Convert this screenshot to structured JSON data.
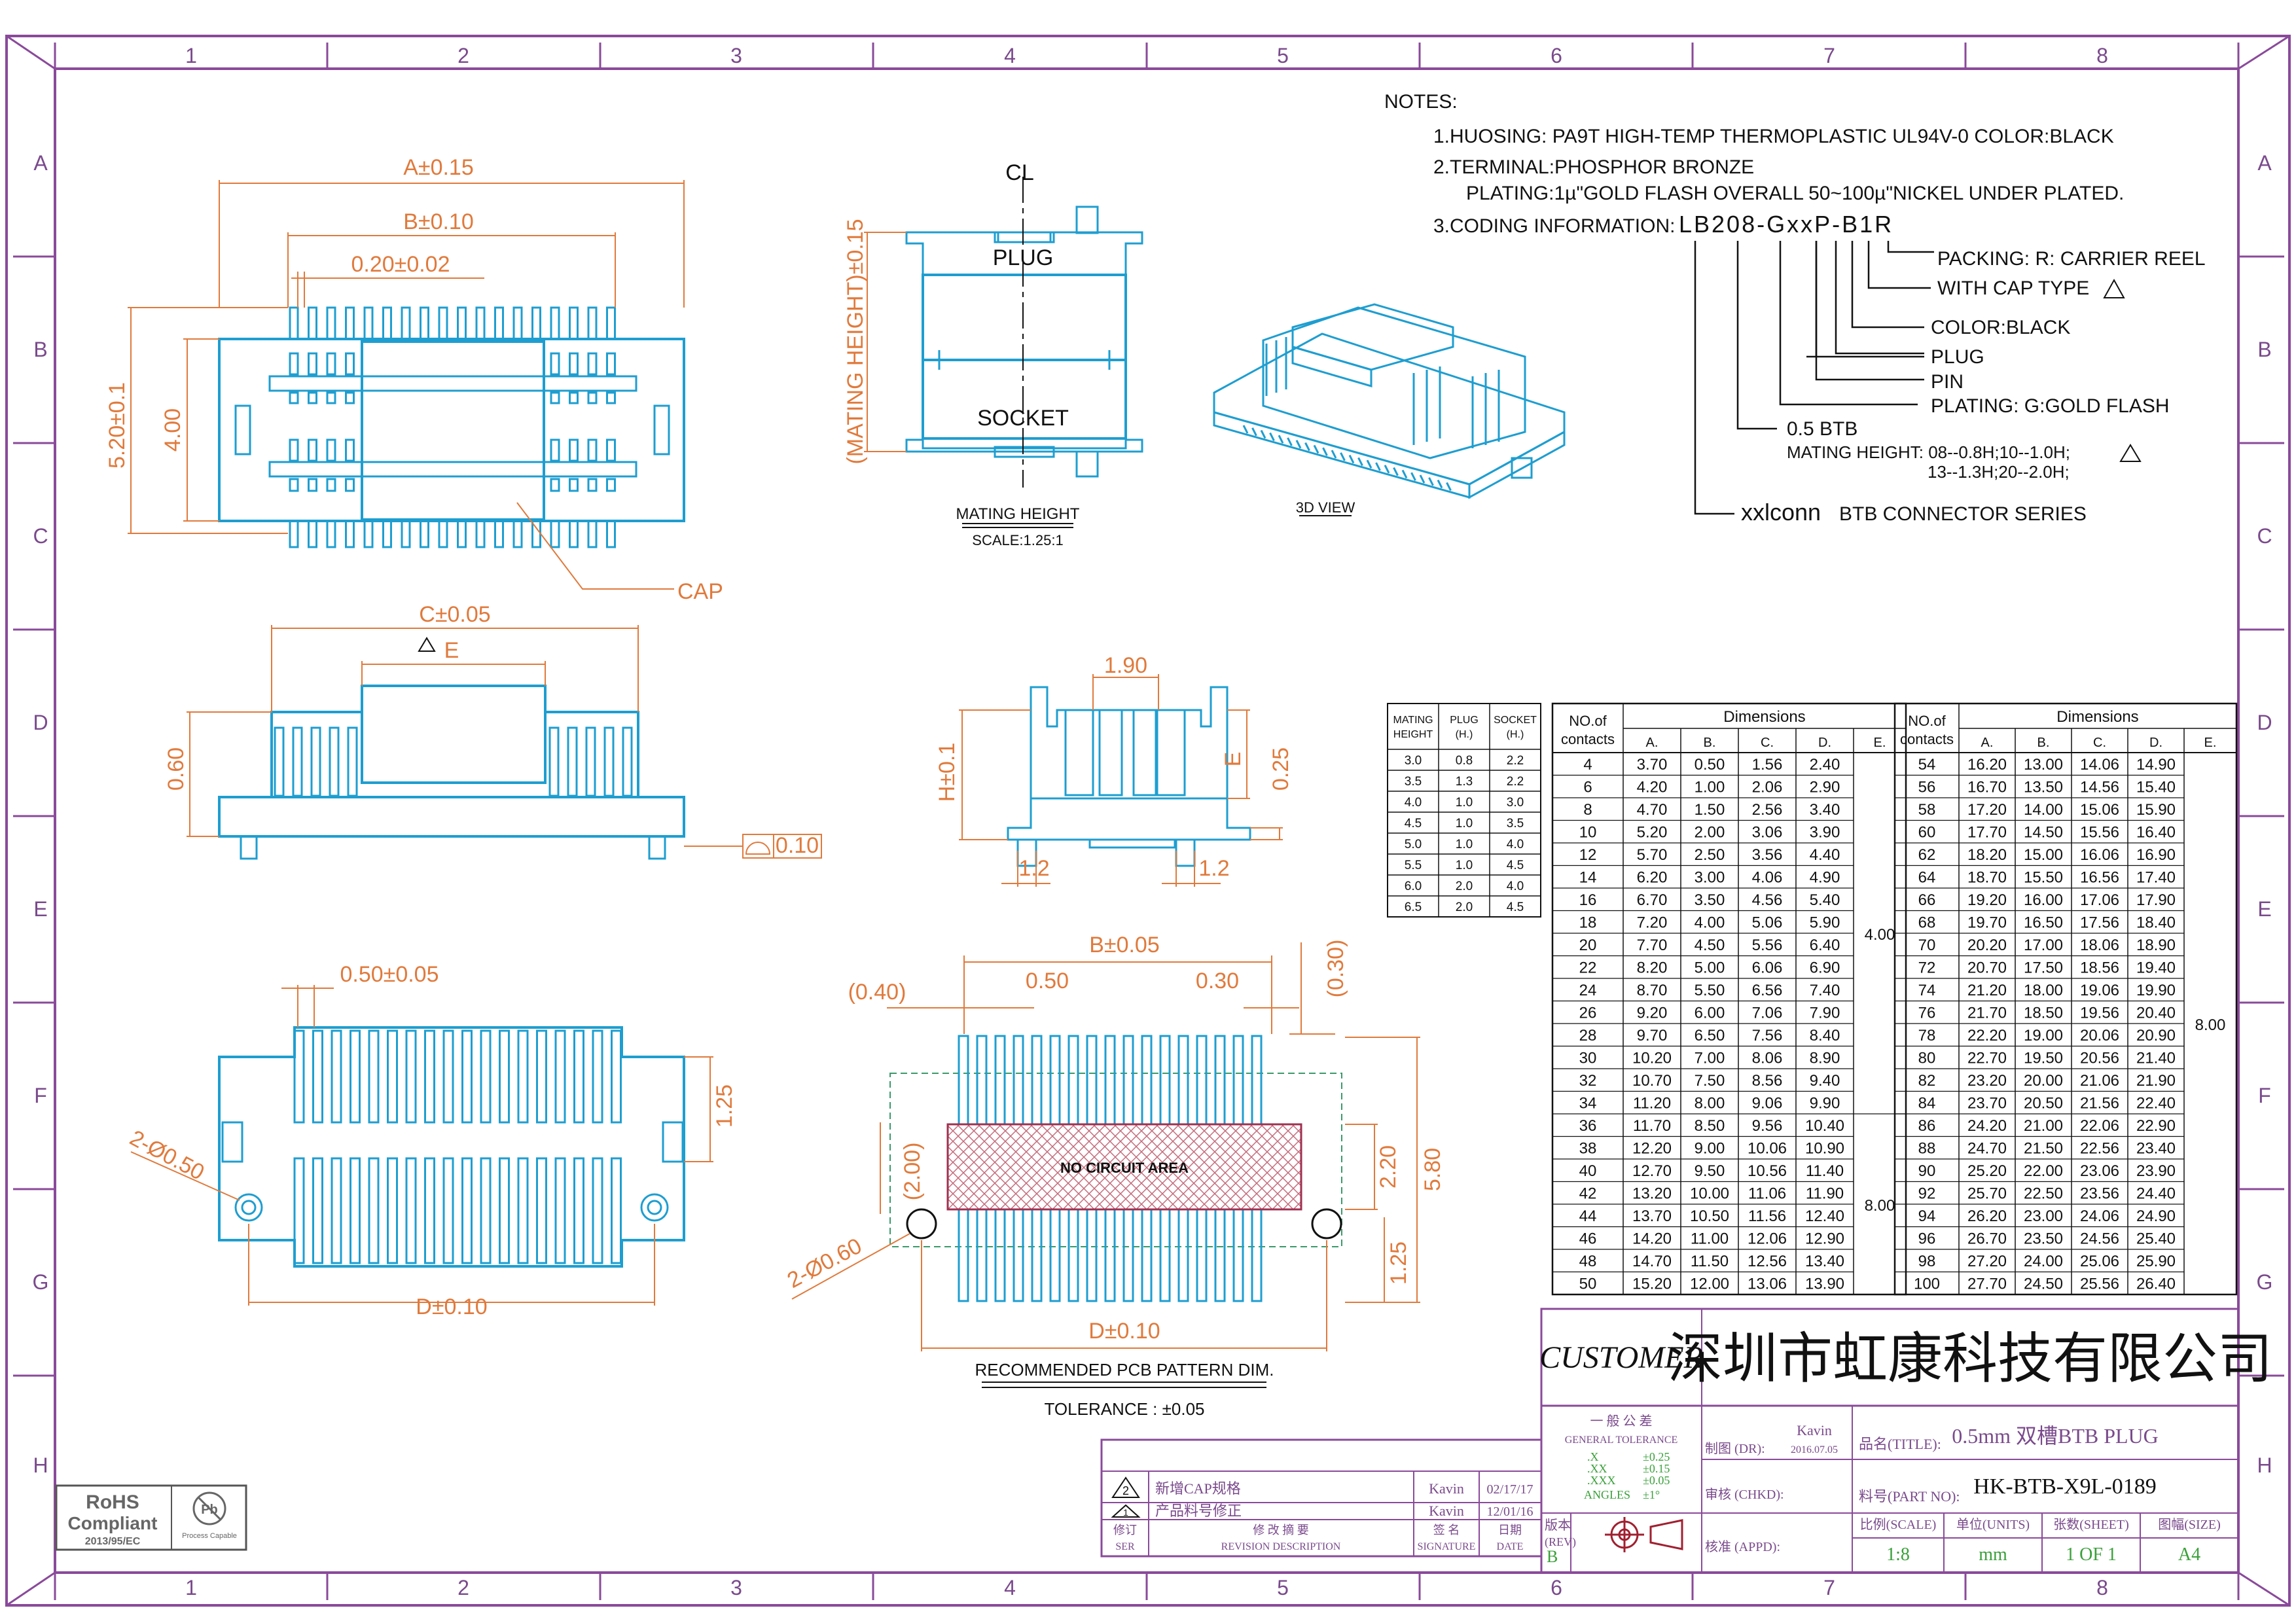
{
  "frame": {
    "columns": [
      "1",
      "2",
      "3",
      "4",
      "5",
      "6",
      "7",
      "8"
    ],
    "rows": [
      "A",
      "B",
      "C",
      "D",
      "E",
      "F",
      "G",
      "H"
    ],
    "colors": {
      "border": "#8a4a9a",
      "cyan": "#1e9ed0",
      "dim": "#e07a3c",
      "black": "#111111",
      "grid": "#555555"
    }
  },
  "notes": {
    "heading": "NOTES:",
    "n1": "1.HUOSING: PA9T HIGH-TEMP THERMOPLASTIC UL94V-0 COLOR:BLACK",
    "n2": "2.TERMINAL:PHOSPHOR BRONZE",
    "n2b": "PLATING:1µ\"GOLD FLASH OVERALL 50~100µ\"NICKEL UNDER PLATED.",
    "n3": "3.CODING INFORMATION:",
    "code": "LB208-GxxP-B1R",
    "c_packing": "PACKING: R: CARRIER REEL",
    "c_cap": "WITH CAP TYPE",
    "c_color": "COLOR:BLACK",
    "c_plug": "PLUG",
    "c_pin": "PIN",
    "c_plating": "PLATING: G:GOLD FLASH",
    "c_btb": "0.5 BTB",
    "c_mating1": "MATING HEIGHT: 08--0.8H;10--1.0H;",
    "c_mating2": "13--1.3H;20--2.0H;",
    "c_brand": "xxlconn",
    "c_series": "BTB CONNECTOR SERIES"
  },
  "views": {
    "top_a": "A±0.15",
    "top_b": "B±0.10",
    "pitch1": "0.20±0.02",
    "h520": "5.20±0.1",
    "h400": "4.00",
    "cap": "CAP",
    "c_dim": "C±0.05",
    "e_dim": "E",
    "h060": "0.60",
    "flat": "0.10",
    "pitch2": "0.50±0.05",
    "h125": "1.25",
    "hole1": "2-Ø0.50",
    "d_dim1": "D±0.10",
    "plug": "PLUG",
    "socket": "SOCKET",
    "cl": "CL",
    "mating_dim": "(MATING HEIGHT)±0.15",
    "mating_title": "MATING HEIGHT",
    "mating_scale": "SCALE:1.25:1",
    "view3d": "3D VIEW",
    "w190": "1.90",
    "h_tol": "H±0.1",
    "e_side": "E",
    "h025": "0.25",
    "w12a": "1.2",
    "w12b": "1.2",
    "pcb_b": "B±0.05",
    "p040": "(0.40)",
    "p050": "0.50",
    "p030a": "0.30",
    "p030b": "(0.30)",
    "p200": "(2.00)",
    "p220": "2.20",
    "p580": "5.80",
    "p125": "1.25",
    "no_circuit": "NO CIRCUIT AREA",
    "hole2": "2-Ø0.60",
    "pcb_d": "D±0.10",
    "pcb_title": "RECOMMENDED PCB PATTERN DIM.",
    "tolerance": "TOLERANCE : ±0.05"
  },
  "mating_table": {
    "headers": [
      "MATING HEIGHT",
      "PLUG (H.)",
      "SOCKET (H.)"
    ],
    "rows": [
      [
        "3.0",
        "0.8",
        "2.2"
      ],
      [
        "3.5",
        "1.3",
        "2.2"
      ],
      [
        "4.0",
        "1.0",
        "3.0"
      ],
      [
        "4.5",
        "1.0",
        "3.5"
      ],
      [
        "5.0",
        "1.0",
        "4.0"
      ],
      [
        "5.5",
        "1.0",
        "4.5"
      ],
      [
        "6.0",
        "2.0",
        "4.0"
      ],
      [
        "6.5",
        "2.0",
        "4.5"
      ]
    ]
  },
  "dim_table": {
    "contacts_header": "NO.of contacts",
    "dims_header": "Dimensions",
    "cols": [
      "A.",
      "B.",
      "C.",
      "D.",
      "E."
    ],
    "left": [
      [
        "4",
        "3.70",
        "0.50",
        "1.56",
        "2.40"
      ],
      [
        "6",
        "4.20",
        "1.00",
        "2.06",
        "2.90"
      ],
      [
        "8",
        "4.70",
        "1.50",
        "2.56",
        "3.40"
      ],
      [
        "10",
        "5.20",
        "2.00",
        "3.06",
        "3.90"
      ],
      [
        "12",
        "5.70",
        "2.50",
        "3.56",
        "4.40"
      ],
      [
        "14",
        "6.20",
        "3.00",
        "4.06",
        "4.90"
      ],
      [
        "16",
        "6.70",
        "3.50",
        "4.56",
        "5.40"
      ],
      [
        "18",
        "7.20",
        "4.00",
        "5.06",
        "5.90"
      ],
      [
        "20",
        "7.70",
        "4.50",
        "5.56",
        "6.40"
      ],
      [
        "22",
        "8.20",
        "5.00",
        "6.06",
        "6.90"
      ],
      [
        "24",
        "8.70",
        "5.50",
        "6.56",
        "7.40"
      ],
      [
        "26",
        "9.20",
        "6.00",
        "7.06",
        "7.90"
      ],
      [
        "28",
        "9.70",
        "6.50",
        "7.56",
        "8.40"
      ],
      [
        "30",
        "10.20",
        "7.00",
        "8.06",
        "8.90"
      ],
      [
        "32",
        "10.70",
        "7.50",
        "8.56",
        "9.40"
      ],
      [
        "34",
        "11.20",
        "8.00",
        "9.06",
        "9.90"
      ],
      [
        "36",
        "11.70",
        "8.50",
        "9.56",
        "10.40"
      ],
      [
        "38",
        "12.20",
        "9.00",
        "10.06",
        "10.90"
      ],
      [
        "40",
        "12.70",
        "9.50",
        "10.56",
        "11.40"
      ],
      [
        "42",
        "13.20",
        "10.00",
        "11.06",
        "11.90"
      ],
      [
        "44",
        "13.70",
        "10.50",
        "11.56",
        "12.40"
      ],
      [
        "46",
        "14.20",
        "11.00",
        "12.06",
        "12.90"
      ],
      [
        "48",
        "14.70",
        "11.50",
        "12.56",
        "13.40"
      ],
      [
        "50",
        "15.20",
        "12.00",
        "13.06",
        "13.90"
      ]
    ],
    "left_e": [
      "4.00",
      "8.00"
    ],
    "right": [
      [
        "54",
        "16.20",
        "13.00",
        "14.06",
        "14.90"
      ],
      [
        "56",
        "16.70",
        "13.50",
        "14.56",
        "15.40"
      ],
      [
        "58",
        "17.20",
        "14.00",
        "15.06",
        "15.90"
      ],
      [
        "60",
        "17.70",
        "14.50",
        "15.56",
        "16.40"
      ],
      [
        "62",
        "18.20",
        "15.00",
        "16.06",
        "16.90"
      ],
      [
        "64",
        "18.70",
        "15.50",
        "16.56",
        "17.40"
      ],
      [
        "66",
        "19.20",
        "16.00",
        "17.06",
        "17.90"
      ],
      [
        "68",
        "19.70",
        "16.50",
        "17.56",
        "18.40"
      ],
      [
        "70",
        "20.20",
        "17.00",
        "18.06",
        "18.90"
      ],
      [
        "72",
        "20.70",
        "17.50",
        "18.56",
        "19.40"
      ],
      [
        "74",
        "21.20",
        "18.00",
        "19.06",
        "19.90"
      ],
      [
        "76",
        "21.70",
        "18.50",
        "19.56",
        "20.40"
      ],
      [
        "78",
        "22.20",
        "19.00",
        "20.06",
        "20.90"
      ],
      [
        "80",
        "22.70",
        "19.50",
        "20.56",
        "21.40"
      ],
      [
        "82",
        "23.20",
        "20.00",
        "21.06",
        "21.90"
      ],
      [
        "84",
        "23.70",
        "20.50",
        "21.56",
        "22.40"
      ],
      [
        "86",
        "24.20",
        "21.00",
        "22.06",
        "22.90"
      ],
      [
        "88",
        "24.70",
        "21.50",
        "22.56",
        "23.40"
      ],
      [
        "90",
        "25.20",
        "22.00",
        "23.06",
        "23.90"
      ],
      [
        "92",
        "25.70",
        "22.50",
        "23.56",
        "24.40"
      ],
      [
        "94",
        "26.20",
        "23.00",
        "24.06",
        "24.90"
      ],
      [
        "96",
        "26.70",
        "23.50",
        "24.56",
        "25.40"
      ],
      [
        "98",
        "27.20",
        "24.00",
        "25.06",
        "25.90"
      ],
      [
        "100",
        "27.70",
        "24.50",
        "25.56",
        "26.40"
      ]
    ],
    "right_e": "8.00"
  },
  "title_block": {
    "customer": "CUSTOMER",
    "company": "深圳市虹康科技有限公司",
    "gen_tol_cn": "一 般 公 差",
    "gen_tol_en": "GENERAL TOLERANCE",
    "tol_x": ".X",
    "tol_x_v": "±0.25",
    "tol_xx": ".XX",
    "tol_xx_v": "±0.15",
    "tol_xxx": ".XXX",
    "tol_xxx_v": "±0.05",
    "tol_ang": "ANGLES",
    "tol_ang_v": "±1°",
    "drawn_label": "制图 (DR):",
    "drawn_name": "Kavin",
    "drawn_date": "2016.07.05",
    "title_label": "品名(TITLE):",
    "title_value": "0.5mm 双槽BTB PLUG",
    "checked_label": "审核 (CHKD):",
    "partno_label": "料号(PART NO):",
    "partno_value": "HK-BTB-X9L-0189",
    "rev_label_cn": "版本",
    "rev_label_en": "(REV)",
    "rev_value": "B",
    "approved_label": "核准 (APPD):",
    "scale_label": "比例(SCALE)",
    "scale_value": "1:8",
    "units_label": "单位(UNITS)",
    "units_value": "mm",
    "sheet_label": "张数(SHEET)",
    "sheet_value": "1 OF 1",
    "size_label": "图幅(SIZE)",
    "size_value": "A4"
  },
  "revisions": {
    "rows": [
      {
        "mark": "2",
        "desc": "新增CAP规格",
        "sig": "Kavin",
        "date": "02/17/17"
      },
      {
        "mark": "1",
        "desc": "产品料号修正",
        "sig": "Kavin",
        "date": "12/01/16"
      }
    ],
    "h_ser_cn": "修订",
    "h_ser_en": "SER",
    "h_desc_cn": "修 改 摘 要",
    "h_desc_en": "REVISION DESCRIPTION",
    "h_sig_cn": "签 名",
    "h_sig_en": "SIGNATURE",
    "h_date_cn": "日期",
    "h_date_en": "DATE"
  },
  "rohs": {
    "title": "RoHS",
    "sub": "Compliant",
    "year": "2013/95/EC",
    "pb": "Pb",
    "pb_sub": "Process Capable"
  }
}
